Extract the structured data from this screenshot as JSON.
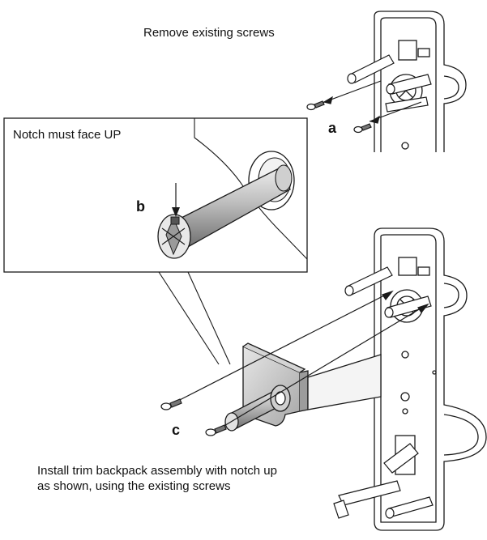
{
  "captions": {
    "remove_screws": "Remove existing screws",
    "notch_face_up": "Notch must face UP",
    "install_line1": "Install trim backpack assembly with notch up",
    "install_line2": "as shown, using the existing screws"
  },
  "labels": {
    "a": "a",
    "b": "b",
    "c": "c"
  },
  "colors": {
    "line": "#1a1a1a",
    "metal_light": "#d9d9d9",
    "metal_mid": "#b5b5b5",
    "metal_dark": "#7a7a7a",
    "background": "#ffffff"
  }
}
